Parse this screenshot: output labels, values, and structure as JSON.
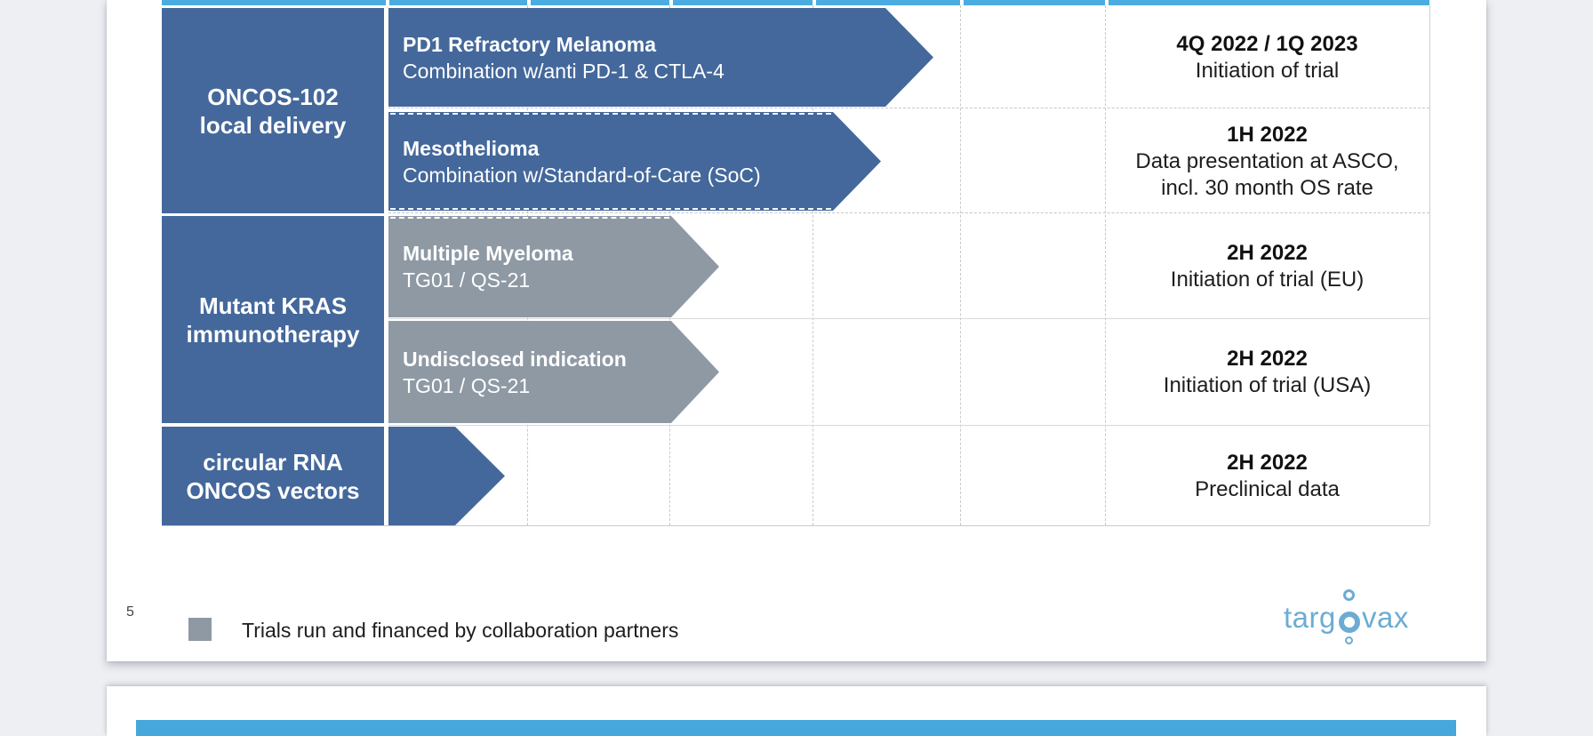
{
  "slide": {
    "page_number": "5",
    "pipeline_table": {
      "header_strip_color": "#4AACE0",
      "programs": [
        {
          "line1": "ONCOS-102",
          "line2": "local delivery"
        },
        {
          "line1": "Mutant KRAS",
          "line2": "immunotherapy"
        },
        {
          "line1": "circular RNA",
          "line2": "ONCOS vectors"
        }
      ],
      "arrow_colors": {
        "own_trial": "#44689B",
        "partner_trial": "#8E99A4"
      },
      "rows": [
        {
          "trial": {
            "title": "PD1 Refractory Melanoma",
            "subtitle": "Combination w/anti PD-1 & CTLA-4"
          },
          "milestone": {
            "period": "4Q 2022 / 1Q 2023",
            "lines": [
              "Initiation of trial"
            ]
          }
        },
        {
          "trial": {
            "title": "Mesothelioma",
            "subtitle": "Combination w/Standard-of-Care (SoC)"
          },
          "milestone": {
            "period": "1H 2022",
            "lines": [
              "Data presentation at ASCO,",
              "incl. 30 month OS rate"
            ]
          }
        },
        {
          "trial": {
            "title": "Multiple Myeloma",
            "subtitle": "TG01 / QS-21"
          },
          "milestone": {
            "period": "2H 2022",
            "lines": [
              "Initiation of trial (EU)"
            ]
          }
        },
        {
          "trial": {
            "title": "Undisclosed indication",
            "subtitle": "TG01 / QS-21"
          },
          "milestone": {
            "period": "2H 2022",
            "lines": [
              "Initiation of trial (USA)"
            ]
          }
        },
        {
          "trial": {
            "title": "",
            "subtitle": ""
          },
          "milestone": {
            "period": "2H 2022",
            "lines": [
              "Preclinical data"
            ]
          }
        }
      ]
    },
    "legend": {
      "swatch_color": "#8E99A4",
      "label": "Trials run and financed by collaboration partners"
    },
    "logo": {
      "part1": "targ",
      "part2": "vax",
      "color": "#6CACD4"
    }
  },
  "next_slide": {
    "accent_bar_color": "#45A7DC"
  }
}
